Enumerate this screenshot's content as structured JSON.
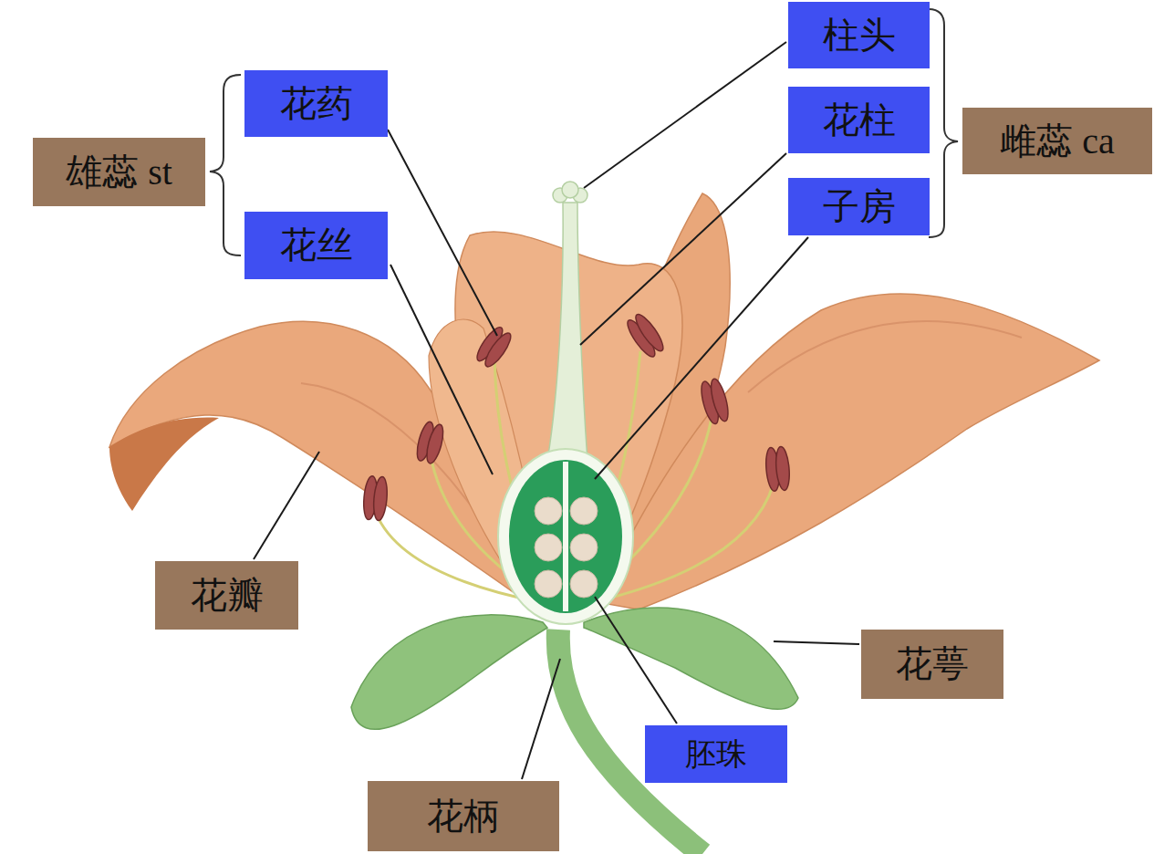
{
  "diagram": {
    "nodes": [
      {
        "text": [
          "柱头"
        ]
      },
      {
        "text": [
          "花药"
        ]
      },
      {
        "text": [
          "花柱"
        ]
      },
      {
        "text": [
          "雌蕊 ca"
        ]
      },
      {
        "text": [
          "雄蕊 st"
        ]
      },
      {
        "text": [
          "子房"
        ]
      },
      {
        "text": [
          "花丝"
        ]
      },
      {
        "text": [
          "花瓣"
        ]
      },
      {
        "text": [
          "花萼"
        ]
      },
      {
        "text": [
          "胚珠"
        ]
      },
      {
        "text": [
          "花柄"
        ]
      }
    ]
  }
}
